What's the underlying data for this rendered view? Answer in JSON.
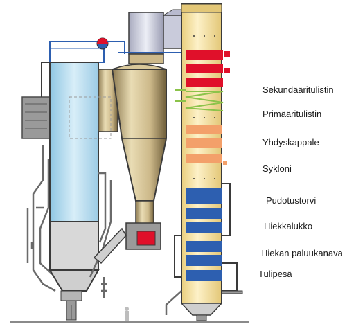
{
  "labels": {
    "superheater_secondary": "Sekundääritulistin",
    "superheater_primary": "Primääritulistin",
    "header": "Yhdyskappale",
    "cyclone": "Sykloni",
    "downcomer": "Pudotustorvi",
    "loop_seal": "Hiekkalukko",
    "sand_return": "Hiekan paluukanava",
    "furnace": "Tulipesä"
  },
  "colors": {
    "furnace_water": "#bfe0f0",
    "steel_outline": "#4a4a4a",
    "steel_fill": "#9a9a9a",
    "tower_fill": "#fbe9b4",
    "superheater_red": "#e0102a",
    "economizer_orange": "#f3a06a",
    "heater_blue": "#2d5fb0",
    "green_coil": "#8bc34a",
    "sand_gray": "#d8d8d8",
    "duct_light": "#c9cbdb"
  }
}
